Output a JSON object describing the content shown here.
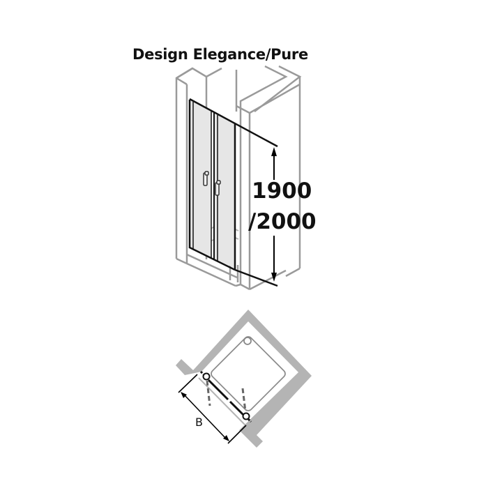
{
  "title": "Design Elegance/Pure",
  "elevation_view": {
    "height_dimension": {
      "line1": "1900",
      "line2": "/2000"
    },
    "door_type": "bi-fold double door",
    "handles": 2
  },
  "plan_view": {
    "width_label": "B",
    "door_hinges": 2,
    "drain": "circle"
  },
  "colors": {
    "outline": "#9a9a9a",
    "wall_fill": "#b4b4b4",
    "glass_fill": "#e6e6e6",
    "frame": "#111111",
    "dimension": "#000000"
  }
}
